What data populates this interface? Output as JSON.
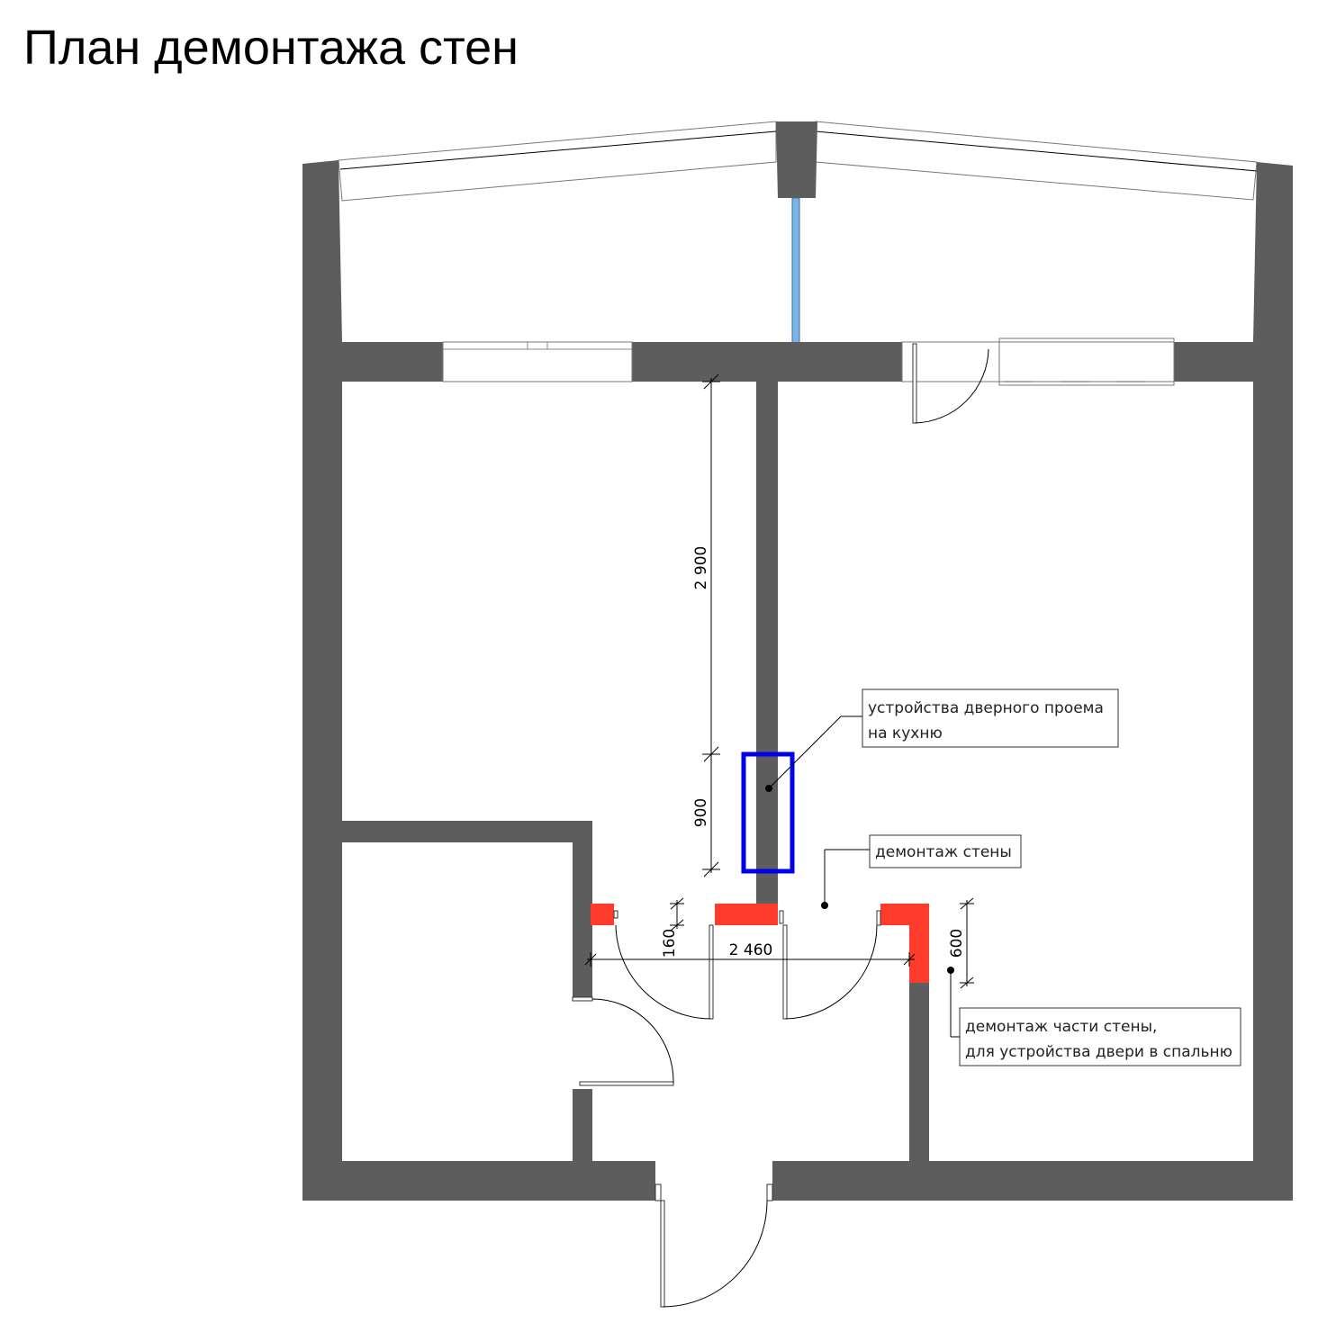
{
  "title": "План демонтажа стен",
  "dimensions": {
    "corridor_wall_length": "2 900",
    "doorway_width": "900",
    "pier_left": "160",
    "opening_total": "2 460",
    "pier_right": "600"
  },
  "notes": {
    "kitchen_doorway": {
      "line1": "устройства дверного проема",
      "line2": "на кухню"
    },
    "wall_demolition": {
      "line1": "демонтаж стены"
    },
    "partial_wall_demolition": {
      "line1": "демонтаж части стены,",
      "line2": "для устройства двери в спальню"
    }
  },
  "colors": {
    "wall": "#5d5d5d",
    "demolition": "#ff3b2b",
    "new_doorway_marker": "#0000ee",
    "riser_pipe": "#7ab4e6"
  }
}
